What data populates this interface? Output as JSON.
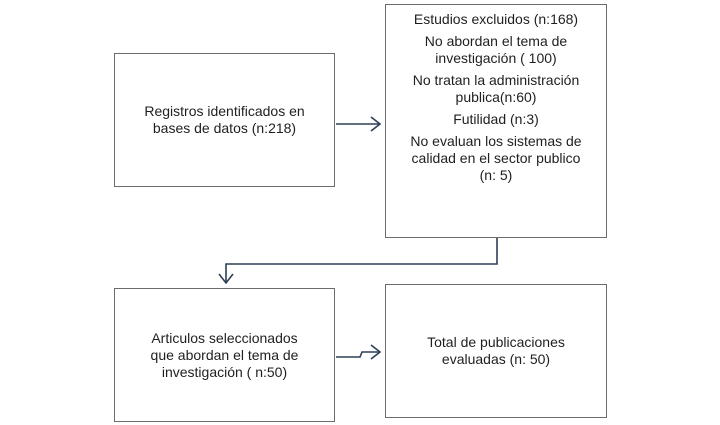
{
  "boxes": {
    "registros": {
      "lines": [
        "Registros identificados en",
        "bases de datos (n:218)"
      ]
    },
    "excluidos": {
      "heading": "Estudios excluidos (n:168)",
      "reasons": [
        "No abordan el tema de\ninvestigación ( 100)",
        "No tratan la administración\npublica(n:60)",
        "Futilidad (n:3)",
        "No evaluan los sistemas de\ncalidad en el sector publico\n(n: 5)"
      ]
    },
    "articulos": {
      "lines": [
        "Articulos seleccionados",
        "que abordan el tema de",
        "investigación ( n:50)"
      ]
    },
    "total": {
      "lines": [
        "Total de publicaciones",
        "evaluadas (n: 50)"
      ]
    }
  },
  "colors": {
    "box_border": "#6b6b6b",
    "connector": "#2d4157",
    "text": "#1f1f1f"
  }
}
